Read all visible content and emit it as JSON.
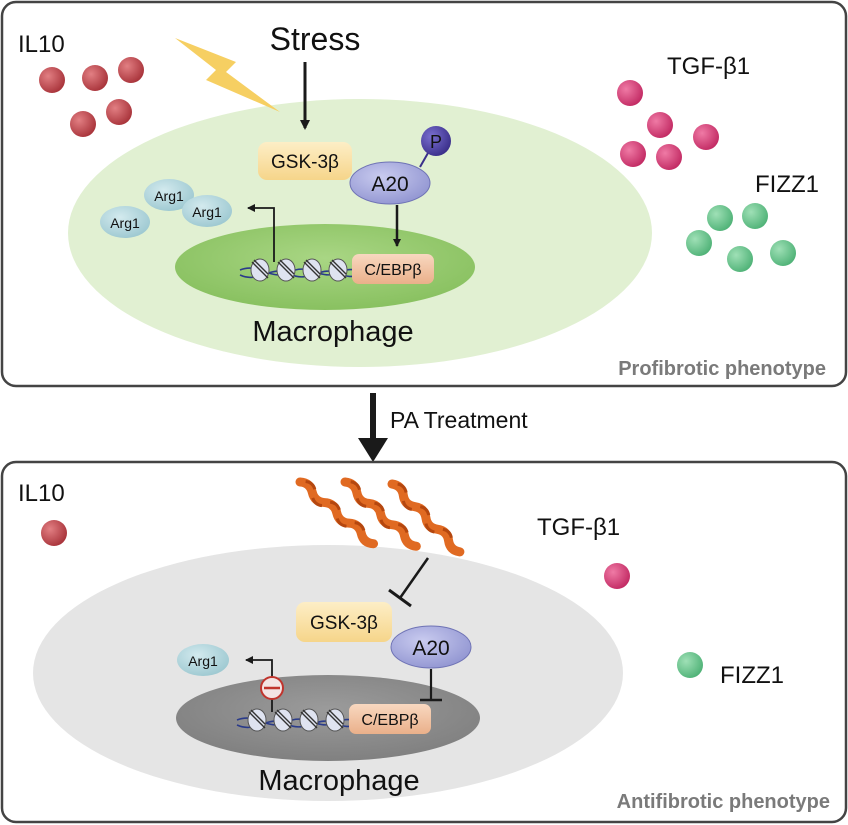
{
  "top_panel": {
    "stress_label": "Stress",
    "cytokines": {
      "il10": "IL10",
      "tgf": "TGF-β1",
      "fizz1": "FIZZ1"
    },
    "gsk": "GSK-3β",
    "a20": "A20",
    "phospho": "P",
    "cebp": "C/EBPβ",
    "arg1": [
      "Arg1",
      "Arg1",
      "Arg1"
    ],
    "cell_label": "Macrophage",
    "phenotype": "Profibrotic phenotype"
  },
  "transition": {
    "label": "PA Treatment"
  },
  "bottom_panel": {
    "cytokines": {
      "il10": "IL10",
      "tgf": "TGF-β1",
      "fizz1": "FIZZ1"
    },
    "gsk": "GSK-3β",
    "a20": "A20",
    "cebp": "C/EBPβ",
    "arg1": [
      "Arg1"
    ],
    "cell_label": "Macrophage",
    "phenotype": "Antifibrotic phenotype"
  },
  "colors": {
    "il10_dot": "#b23a3f",
    "tgf_dot": "#d0336e",
    "fizz1_dot": "#5cbf82",
    "cell_top": "#dff0cf",
    "nucleus_top": "#93c86e",
    "cell_bottom": "#e4e4e4",
    "nucleus_bottom": "#8c8c8c",
    "gsk_box": "#fbe3a8",
    "a20": "#a5a9d8",
    "phospho": "#4b3f9a",
    "cebp_box": "#f2c4a2",
    "arg1": "#a8cfd6",
    "lightning": "#f6cf62",
    "peptide": "#e06a22",
    "inhibit_symbol": "#c0342d"
  }
}
